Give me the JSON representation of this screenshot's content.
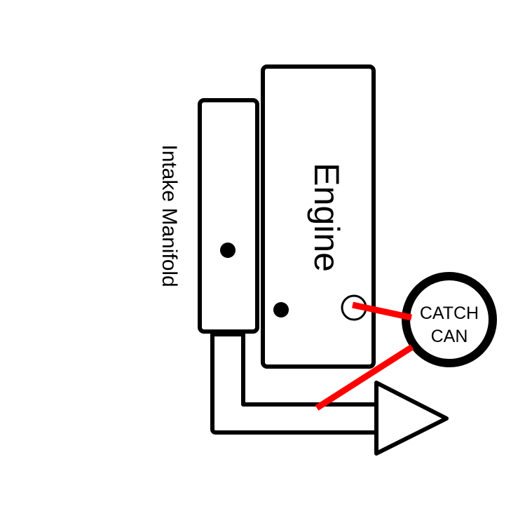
{
  "diagram": {
    "engine_label": "Engine",
    "intake_label": "Intake Manifold",
    "catch_can_line1": "CATCH",
    "catch_can_line2": "CAN",
    "colors": {
      "stroke": "#000000",
      "hose": "#ff0000",
      "background": "#ffffff"
    }
  }
}
